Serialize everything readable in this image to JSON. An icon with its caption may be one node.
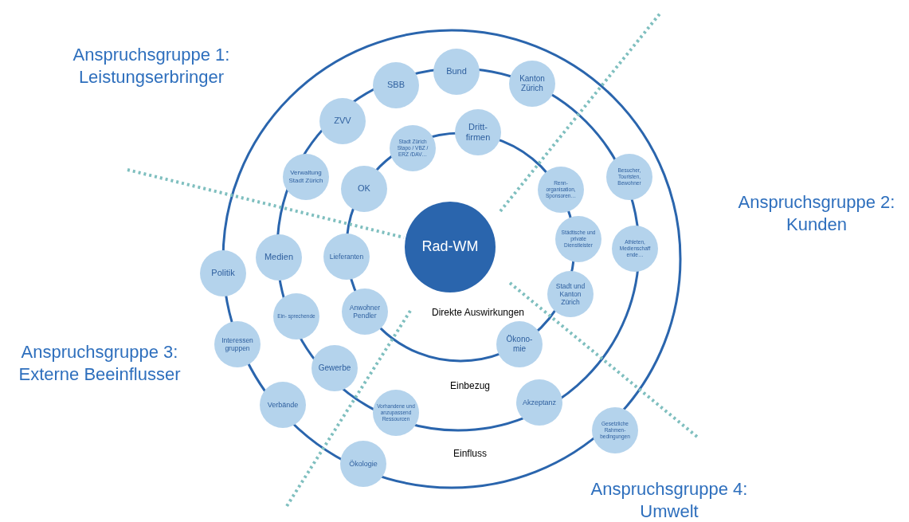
{
  "diagram": {
    "nodes": [
      {
        "text": [
          "Bund"
        ]
      },
      {
        "text": [
          "Kanton Zürich"
        ]
      },
      {
        "text": [
          "SBB"
        ]
      },
      {
        "text": [
          "ZVV"
        ]
      },
      {
        "text": [
          "Dritt- firmen"
        ]
      },
      {
        "text": [
          "Stadt Zürich Stapo / VBZ / ERZ /DAV…"
        ]
      },
      {
        "text": [
          "Verwaltung Stadt Zürich"
        ]
      },
      {
        "text": [
          "Renn- organisation, Sponsoren…"
        ]
      },
      {
        "text": [
          "Besucher, Touristen, Bewohner"
        ]
      },
      {
        "text": [
          "OK"
        ]
      },
      {
        "text": [
          "Rad-WM"
        ]
      },
      {
        "text": [
          "Politik"
        ]
      },
      {
        "text": [
          "Medien"
        ]
      },
      {
        "text": [
          "Lieferanten"
        ]
      },
      {
        "text": [
          "Städtische und private Dienstleister"
        ]
      },
      {
        "text": [
          "Athleten, Medienschaff ende…"
        ]
      },
      {
        "text": [
          "Stadt und Kanton Zürich"
        ]
      },
      {
        "text": [
          "Ein- sprechende"
        ]
      },
      {
        "text": [
          "Anwohner Pendler"
        ]
      },
      {
        "text": [
          "Interessen gruppen"
        ]
      },
      {
        "text": [
          "Ökono- mie"
        ]
      },
      {
        "text": [
          "Gewerbe"
        ]
      },
      {
        "text": [
          "Akzeptanz"
        ]
      },
      {
        "text": [
          "Verbände"
        ]
      },
      {
        "text": [
          "Vorhandene und anzupassend Ressourcen"
        ]
      },
      {
        "text": [
          "Gesetzliche Rahmen- bedingungen"
        ]
      },
      {
        "text": [
          "Ökologie"
        ]
      }
    ],
    "labels": [
      "Anspruchsgruppe 1: Leistungserbringer",
      "Anspruchsgruppe 2: Kunden",
      "Direkte Auswirkungen",
      "Anspruchsgruppe 3: Externe Beeinflusser",
      "Einbezug",
      "Einfluss",
      "Anspruchsgruppe 4: Umwelt"
    ]
  }
}
